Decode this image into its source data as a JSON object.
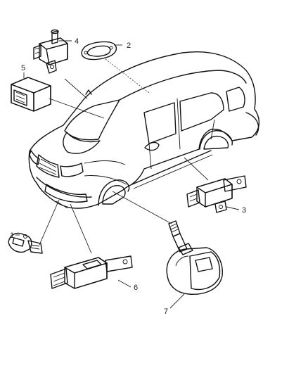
{
  "callouts": {
    "c1": "1",
    "c2": "2",
    "c3": "3",
    "c4": "4",
    "c5": "5",
    "c6": "6",
    "c7": "7"
  },
  "colors": {
    "line": "#111111",
    "fill_dark": "#2a2a2a",
    "fill_mid": "#6a6a6a",
    "background": "#ffffff"
  },
  "icons": {
    "vehicle": "vehicle-illustration",
    "part_1": "key-fob-icon",
    "part_2": "gasket-icon",
    "part_3": "side-sensor-icon",
    "part_4": "pressure-sensor-icon",
    "part_5": "control-module-icon",
    "part_6": "front-impact-sensor-icon",
    "part_7": "tire-pressure-sensor-icon"
  }
}
